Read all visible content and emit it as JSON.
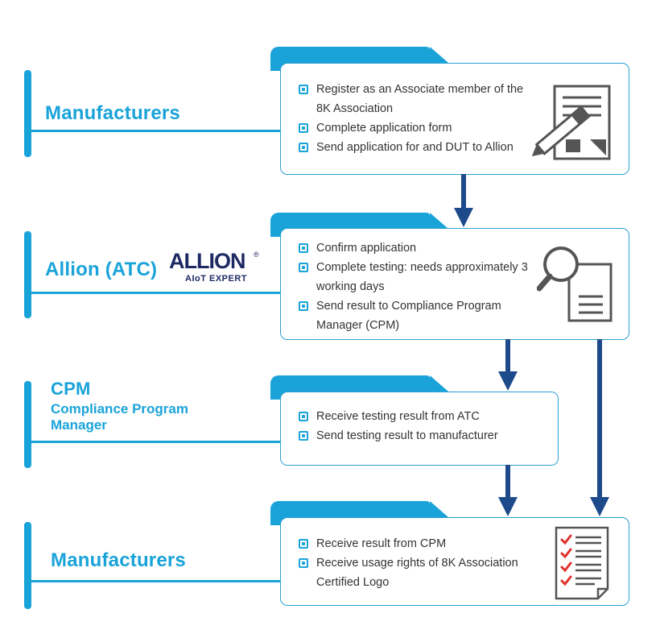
{
  "stages": [
    {
      "title": "Manufacturers",
      "items": [
        "Register as an Associate member of the 8K Association",
        "Complete application form",
        "Send application for and DUT to Allion"
      ]
    },
    {
      "title": "Allion (ATC)",
      "logo": {
        "brand": "ALLION",
        "tagline": "AIoT EXPERT",
        "mark": "®"
      },
      "items": [
        "Confirm application",
        "Complete testing: needs approximately 3 working days",
        "Send result to Compliance Program Manager (CPM)"
      ]
    },
    {
      "title": "CPM",
      "subtitle_line1": "Compliance Program",
      "subtitle_line2": "Manager",
      "items": [
        "Receive testing result from ATC",
        "Send testing result to manufacturer"
      ]
    },
    {
      "title": "Manufacturers",
      "items": [
        "Receive result from CPM",
        "Receive usage rights of 8K Association Certified Logo"
      ]
    }
  ],
  "colors": {
    "accent": "#1aa3d9",
    "arrow": "#1d4a8a",
    "icon": "#555555",
    "check": "#e0322e"
  },
  "icons": [
    "document-pen-icon",
    "magnifier-document-icon",
    "checklist-icon"
  ]
}
